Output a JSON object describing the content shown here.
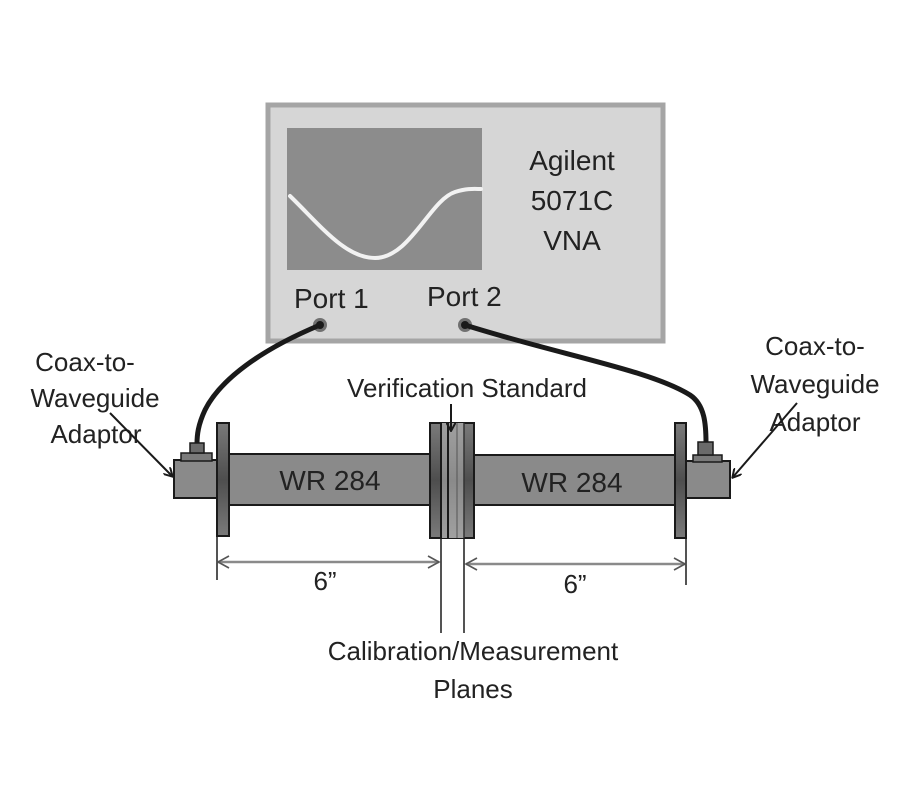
{
  "diagram": {
    "instrument": {
      "name_lines": [
        "Agilent",
        "5071C",
        "VNA"
      ],
      "port1_label": "Port 1",
      "port2_label": "Port 2"
    },
    "left_adaptor_label_lines": [
      "Coax-to-",
      "Waveguide",
      "Adaptor"
    ],
    "right_adaptor_label_lines": [
      "Coax-to-",
      "Waveguide",
      "Adaptor"
    ],
    "verification_standard_label": "Verification Standard",
    "left_waveguide_label": "WR 284",
    "right_waveguide_label": "WR 284",
    "left_dimension_label": "6”",
    "right_dimension_label": "6”",
    "planes_label_lines": [
      "Calibration/Measurement",
      "Planes"
    ]
  },
  "colors": {
    "vna_fill": "#d6d6d6",
    "vna_border": "#a5a5a5",
    "screen": "#8c8c8c",
    "trace": "#f2f2f2",
    "waveguide": "#8a8a8a",
    "outline": "#1a1a1a",
    "dimension_line": "#8a8a8a"
  }
}
